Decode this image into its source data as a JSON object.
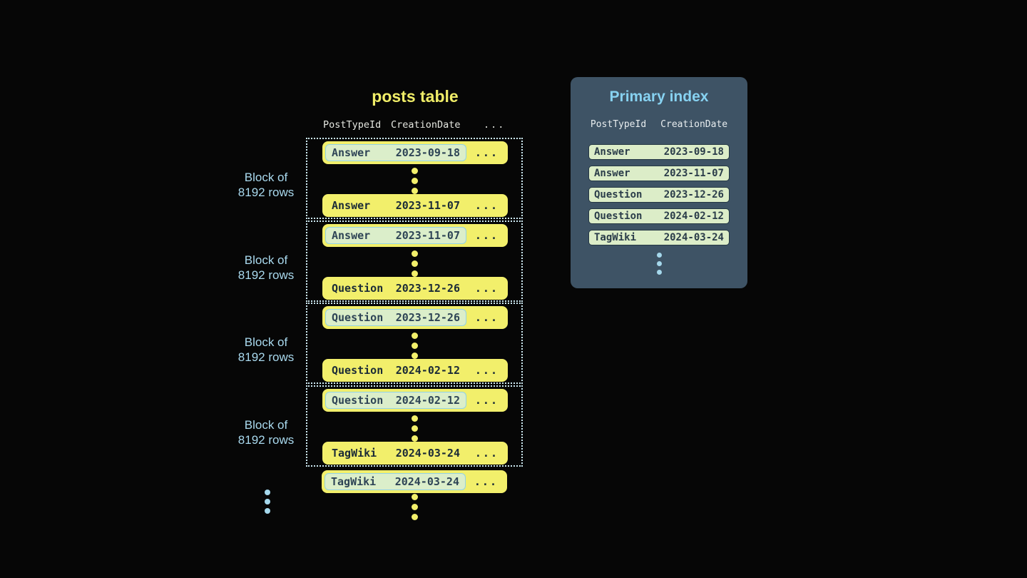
{
  "colors": {
    "background": "#060606",
    "row_yellow": "#f2ef6b",
    "title_yellow": "#f0ed68",
    "chip_green": "#dbeeca",
    "chip_border_blue": "#92d2e4",
    "dotted_block_border": "#cde9f2",
    "light_blue_text": "#a9d9ee",
    "panel_bg": "#3e5365",
    "panel_title_blue": "#87d2f1",
    "index_row_green": "#dcedc8",
    "header_text": "#e5e7e1",
    "dark_row_text": "#1b2b37"
  },
  "posts_table": {
    "title": "posts table",
    "columns": [
      "PostTypeId",
      "CreationDate"
    ],
    "more_columns": "...",
    "row_more": "...",
    "block_label": {
      "line1": "Block of",
      "line2": "8192 rows"
    },
    "blocks": [
      {
        "first_row": {
          "post_type": "Answer",
          "creation_date": "2023-09-18"
        },
        "last_row": {
          "post_type": "Answer",
          "creation_date": "2023-11-07"
        }
      },
      {
        "first_row": {
          "post_type": "Answer",
          "creation_date": "2023-11-07"
        },
        "last_row": {
          "post_type": "Question",
          "creation_date": "2023-12-26"
        }
      },
      {
        "first_row": {
          "post_type": "Question",
          "creation_date": "2023-12-26"
        },
        "last_row": {
          "post_type": "Question",
          "creation_date": "2024-02-12"
        }
      },
      {
        "first_row": {
          "post_type": "Question",
          "creation_date": "2024-02-12"
        },
        "last_row": {
          "post_type": "TagWiki",
          "creation_date": "2024-03-24"
        }
      }
    ],
    "overflow_row": {
      "post_type": "TagWiki",
      "creation_date": "2024-03-24"
    }
  },
  "primary_index": {
    "title": "Primary index",
    "columns": [
      "PostTypeId",
      "CreationDate"
    ],
    "rows": [
      {
        "post_type": "Answer",
        "creation_date": "2023-09-18"
      },
      {
        "post_type": "Answer",
        "creation_date": "2023-11-07"
      },
      {
        "post_type": "Question",
        "creation_date": "2023-12-26"
      },
      {
        "post_type": "Question",
        "creation_date": "2024-02-12"
      },
      {
        "post_type": "TagWiki",
        "creation_date": "2024-03-24"
      }
    ]
  }
}
